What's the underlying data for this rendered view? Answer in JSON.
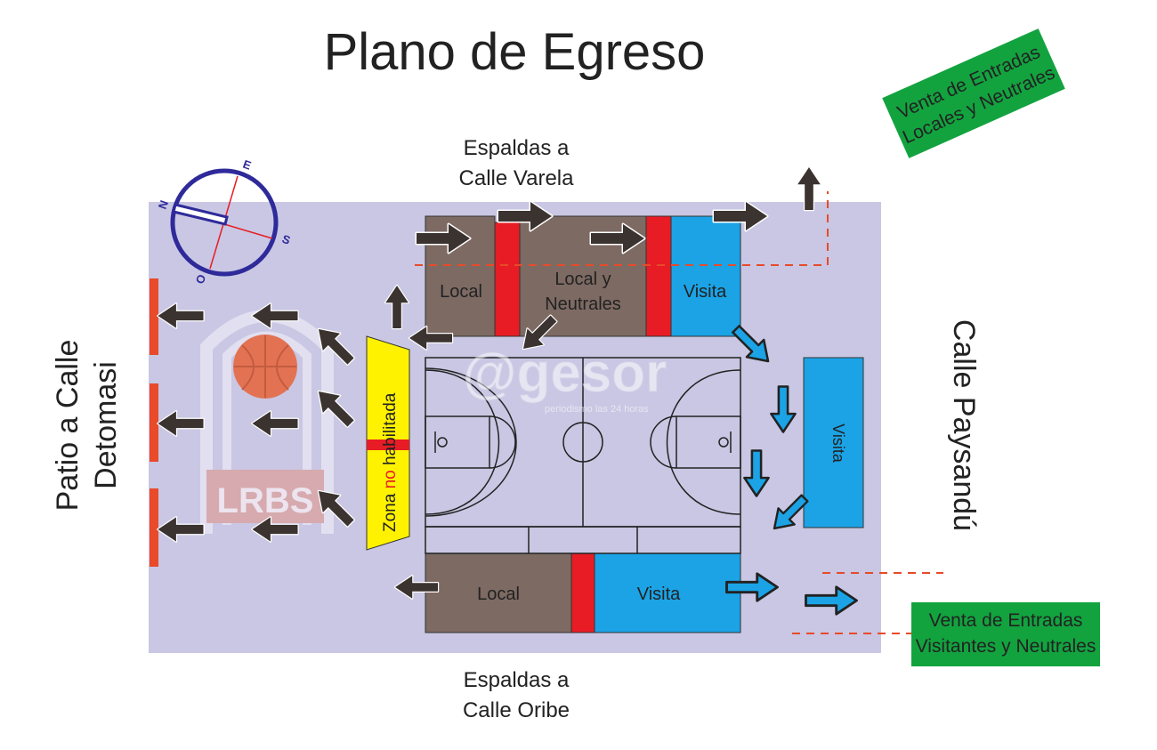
{
  "title": "Plano de Egreso",
  "streets": {
    "top": [
      "Espaldas  a",
      "Calle Varela"
    ],
    "bottom": [
      "Espaldas a",
      "Calle Oribe"
    ],
    "left": [
      "Patio a Calle",
      "Detomasi"
    ],
    "right": "Calle Paysandú"
  },
  "stands": {
    "top_local": "Local",
    "top_local_neutral": [
      "Local y",
      "Neutrales"
    ],
    "top_visita": "Visita",
    "right_visita": "Visita",
    "bottom_local": "Local",
    "bottom_visita": "Visita"
  },
  "zone": {
    "prefix": "Zona ",
    "highlight": "no",
    "suffix": " habilitada"
  },
  "ticket_boxes": {
    "locales": [
      "Venta de Entradas",
      "Locales y Neutrales"
    ],
    "visitantes": [
      "Venta de Entradas",
      "Visitantes y Neutrales"
    ]
  },
  "compass": [
    "N",
    "E",
    "S",
    "O"
  ],
  "logo": {
    "text": "LRBS"
  },
  "watermark": {
    "text": "@gesor",
    "subtext": "periodismo las 24 horas"
  },
  "colors": {
    "floor": "#c9c7e3",
    "local": "#7d6a63",
    "visita": "#1ba3e6",
    "divider": "#e81c24",
    "zone": "#fff200",
    "ticket": "#12a33f",
    "exit_bar": "#e84a2a",
    "arrow_dark": "#3b3330",
    "compass": "#2e2a9a"
  }
}
